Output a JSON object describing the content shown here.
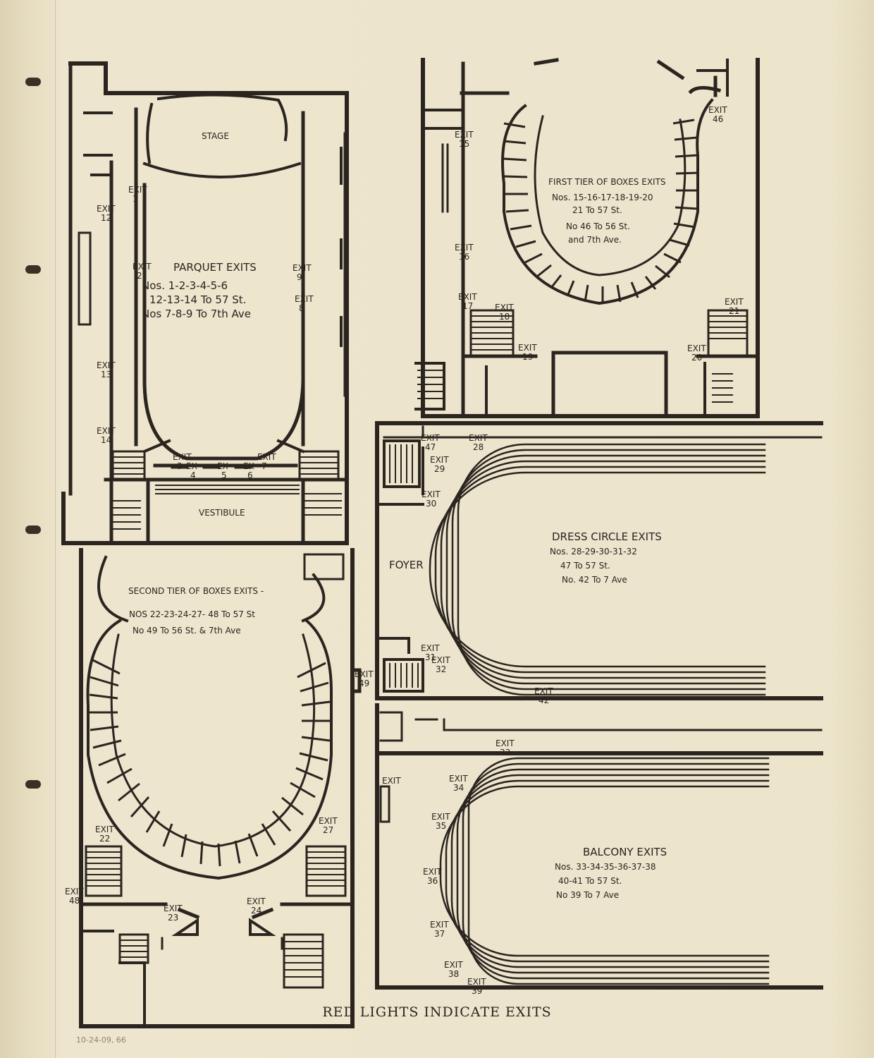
{
  "footer": "RED LIGHTS INDICATE EXITS",
  "pencil_note": "10-24-09, 66",
  "parquet": {
    "stage": "STAGE",
    "vestibule": "VESTIBULE",
    "title": "PARQUET EXITS",
    "line1": "Nos. 1-2-3-4-5-6",
    "line2": "12-13-14 To 57 St.",
    "line3": "Nos 7-8-9 To 7th Ave",
    "exits": [
      {
        "w": "EXIT",
        "n": "1"
      },
      {
        "w": "EXIT",
        "n": "2"
      },
      {
        "w": "EXIT",
        "n": "3"
      },
      {
        "w": "EX",
        "n": "4"
      },
      {
        "w": "EX",
        "n": "5"
      },
      {
        "w": "EX",
        "n": "6"
      },
      {
        "w": "EXIT",
        "n": "7"
      },
      {
        "w": "EXIT",
        "n": "8"
      },
      {
        "w": "EXIT",
        "n": "9"
      },
      {
        "w": "EXIT",
        "n": "12"
      },
      {
        "w": "EXIT",
        "n": "13"
      },
      {
        "w": "EXIT",
        "n": "14"
      }
    ]
  },
  "first_tier": {
    "title": "FIRST TIER OF BOXES EXITS",
    "line1": "Nos. 15-16-17-18-19-20",
    "line2": "21 To 57 St.",
    "line3": "No 46 To 56 St.",
    "line4": "and 7th Ave.",
    "exits": [
      {
        "w": "EXIT",
        "n": "15"
      },
      {
        "w": "EXIT",
        "n": "16"
      },
      {
        "w": "EXIT",
        "n": "17"
      },
      {
        "w": "EXIT",
        "n": "18"
      },
      {
        "w": "EXIT",
        "n": "19"
      },
      {
        "w": "EXIT",
        "n": "20"
      },
      {
        "w": "EXIT",
        "n": "21"
      },
      {
        "w": "EXIT",
        "n": "46"
      }
    ]
  },
  "second_tier": {
    "title": "SECOND TIER OF BOXES EXITS -",
    "line1": "NOS 22-23-24-27- 48 To 57 St",
    "line2": "No 49 To 56 St. & 7th Ave",
    "exits": [
      {
        "w": "EXIT",
        "n": "22"
      },
      {
        "w": "EXIT",
        "n": "23"
      },
      {
        "w": "EXIT",
        "n": "24"
      },
      {
        "w": "EXIT",
        "n": "27"
      },
      {
        "w": "EXIT",
        "n": "48"
      },
      {
        "w": "EXIT",
        "n": "49"
      }
    ]
  },
  "dress_circle": {
    "foyer": "FOYER",
    "title": "DRESS CIRCLE EXITS",
    "line1": "Nos. 28-29-30-31-32",
    "line2": "47 To 57 St.",
    "line3": "No. 42 To 7 Ave",
    "exits": [
      {
        "w": "EXIT",
        "n": "28"
      },
      {
        "w": "EXIT",
        "n": "29"
      },
      {
        "w": "EXIT",
        "n": "30"
      },
      {
        "w": "EXIT",
        "n": "31"
      },
      {
        "w": "EXIT",
        "n": "32"
      },
      {
        "w": "EXIT",
        "n": "42"
      },
      {
        "w": "EXIT",
        "n": "47"
      }
    ]
  },
  "balcony": {
    "title": "BALCONY EXITS",
    "line1": "Nos. 33-34-35-36-37-38",
    "line2": "40-41 To 57 St.",
    "line3": "No 39 To 7 Ave",
    "exits": [
      {
        "w": "EXIT",
        "n": "33"
      },
      {
        "w": "EXIT",
        "n": "34"
      },
      {
        "w": "EXIT",
        "n": "35"
      },
      {
        "w": "EXIT",
        "n": "36"
      },
      {
        "w": "EXIT",
        "n": "37"
      },
      {
        "w": "EXIT",
        "n": "38"
      },
      {
        "w": "EXIT",
        "n": "39"
      },
      {
        "w": "EXIT",
        "n": ""
      }
    ]
  }
}
